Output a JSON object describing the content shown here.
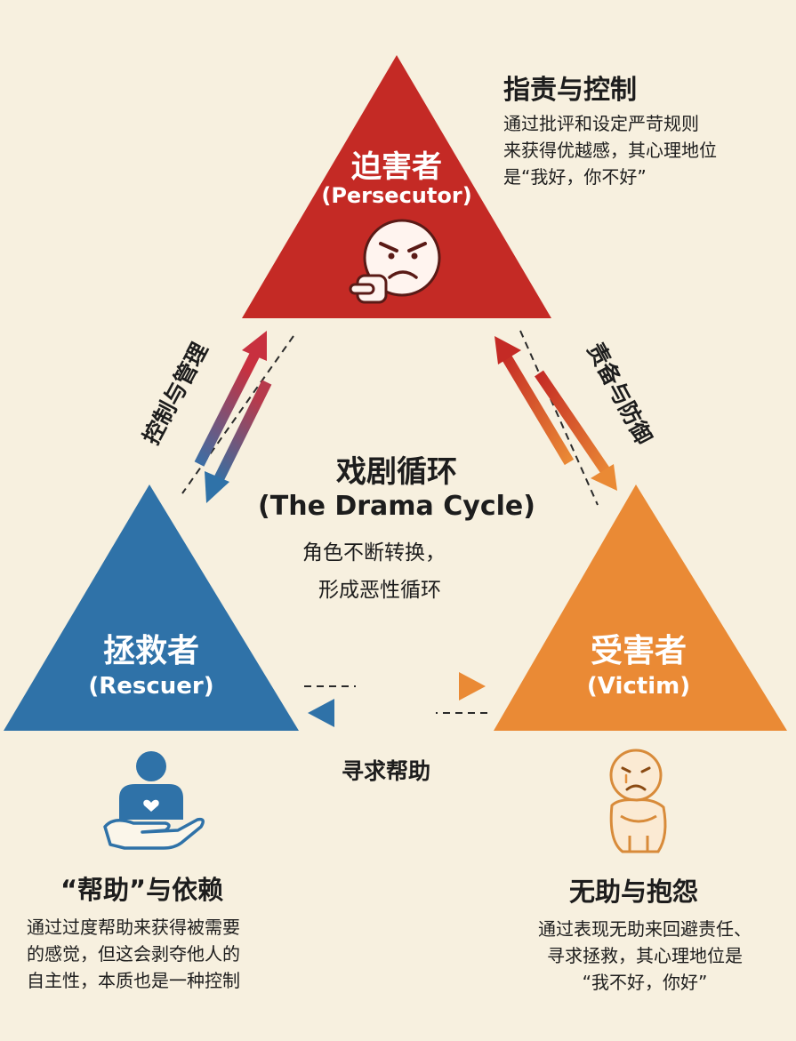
{
  "center": {
    "title": "戏剧循环",
    "subtitle": "(The Drama Cycle)",
    "line1": "角色不断转换，",
    "line2": "形成恶性循环"
  },
  "persecutor": {
    "name": "迫害者",
    "english": "(Persecutor)",
    "color": "#c42a25",
    "heading": "指责与控制",
    "desc": [
      "通过批评和设定严苛规则",
      "来获得优越感，其心理地位",
      "是“我好，你不好”"
    ]
  },
  "rescuer": {
    "name": "拯救者",
    "english": "(Rescuer)",
    "color": "#2f72a8",
    "heading": "“帮助”与依赖",
    "desc": [
      "通过过度帮助来获得被需要",
      "的感觉，但这会剥夺他人的",
      "自主性，本质也是一种控制"
    ]
  },
  "victim": {
    "name": "受害者",
    "english": "(Victim)",
    "color": "#ea8a35",
    "heading": "无助与抱怨",
    "desc": [
      "通过表现无助来回避责任、",
      "寻求拯救，其心理地位是",
      "“我不好，你好”"
    ]
  },
  "arrows": {
    "left": "控制与管理",
    "right": "责备与防御",
    "bottom": "寻求帮助"
  },
  "icons": [
    "angry-pointing-face-icon",
    "helping-hand-icon",
    "crying-hugging-knees-icon"
  ]
}
